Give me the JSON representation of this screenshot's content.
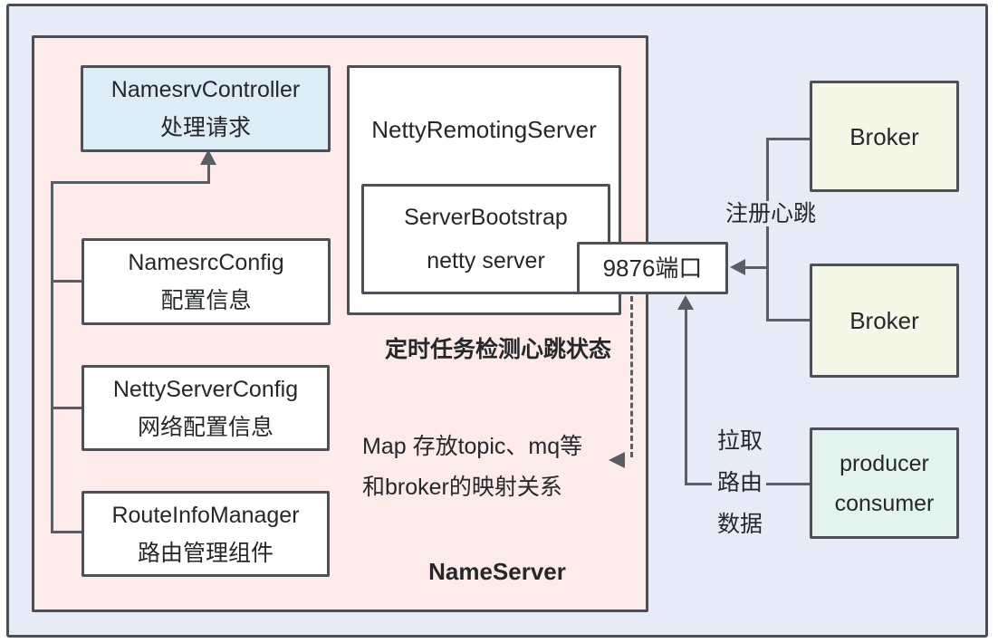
{
  "diagram": {
    "title": "NameServer",
    "nodes": {
      "namesrv_controller": {
        "line1": "NamesrvController",
        "line2": "处理请求"
      },
      "netty_remoting_server": {
        "title": "NettyRemotingServer"
      },
      "server_bootstrap": {
        "line1": "ServerBootstrap",
        "line2": "netty server"
      },
      "port": {
        "label": "9876端口"
      },
      "namesrc_config": {
        "line1": "NamesrcConfig",
        "line2": "配置信息"
      },
      "netty_server_config": {
        "line1": "NettyServerConfig",
        "line2": "网络配置信息"
      },
      "route_info_manager": {
        "line1": "RouteInfoManager",
        "line2": "路由管理组件"
      },
      "broker_top": {
        "label": "Broker"
      },
      "broker_bottom": {
        "label": "Broker"
      },
      "producer_consumer": {
        "line1": "producer",
        "line2": "consumer"
      }
    },
    "annotations": {
      "heartbeat_check": "定时任务检测心跳状态",
      "map_note_line1": "Map 存放topic、mq等",
      "map_note_line2": "和broker的映射关系",
      "nameserver_label": "NameServer",
      "register_heartbeat": "注册心跳",
      "pull_route_line1": "拉取",
      "pull_route_line2": "路由",
      "pull_route_line3": "数据"
    },
    "colors": {
      "background": "#e7ebf8",
      "nameserver_fill": "#fcebe9",
      "controller_fill": "#dcedf8",
      "broker_fill": "#f5f8e6",
      "producer_consumer_fill": "#e3f4ee",
      "border": "#4a4e57",
      "connector": "#5a5d63",
      "text": "#26272a"
    }
  }
}
